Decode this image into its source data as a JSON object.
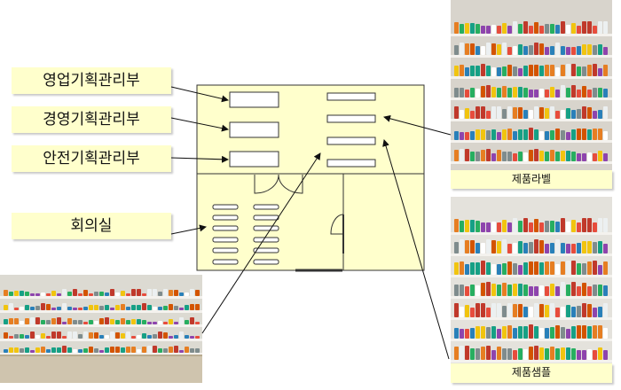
{
  "labels": {
    "sales_planning": "영업기획관리부",
    "management_planning": "경영기획관리부",
    "safety_planning": "안전기획관리부",
    "meeting_room": "회의실"
  },
  "captions": {
    "product_labels": "제품라벨",
    "product_samples": "제품샘플"
  },
  "colors": {
    "label_bg": "#ffffcc",
    "floor_bg": "#ffffcc"
  }
}
